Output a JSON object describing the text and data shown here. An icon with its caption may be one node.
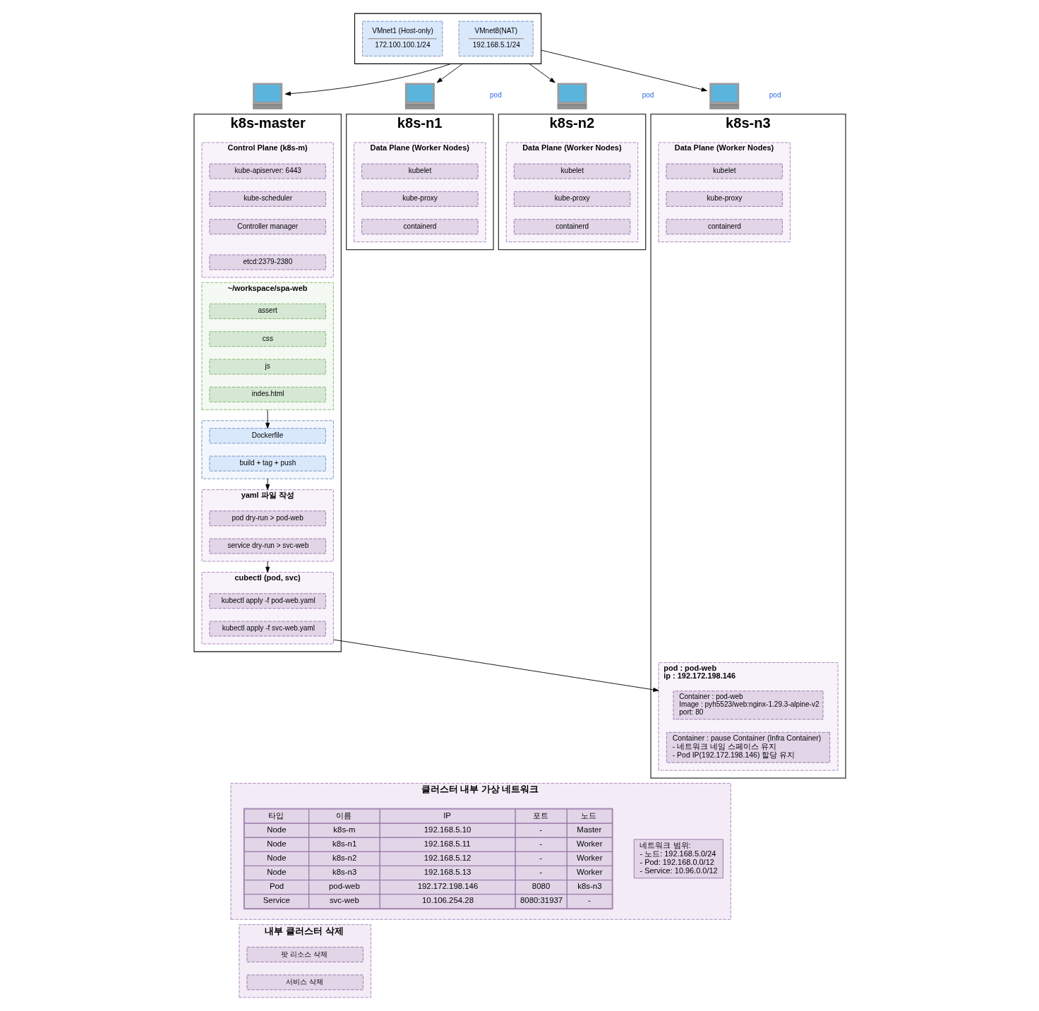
{
  "diagram": {
    "nodes": [
      {
        "text": [],
        "shape": "box"
      },
      {
        "text": [
          "VMnet1 (Host-only)",
          "172.100.100.1/24"
        ],
        "in": 0
      },
      {
        "text": [
          "VMnet8(NAT)",
          "192.168.5.1/24"
        ],
        "in": 0
      },
      {
        "text": [],
        "shape": "picture"
      },
      {
        "text": [],
        "shape": "picture"
      },
      {
        "text": [],
        "shape": "picture"
      },
      {
        "text": [],
        "shape": "picture"
      },
      {
        "text": [
          "k8s-master"
        ]
      },
      {
        "text": [
          "Control Plane (k8s-m)"
        ],
        "in": 7
      },
      {
        "text": [
          "kube-apiserver: 6443"
        ],
        "in": 8
      },
      {
        "text": [
          "kube-scheduler"
        ],
        "in": 8
      },
      {
        "text": [
          "Controller manager"
        ],
        "in": 8
      },
      {
        "text": [
          "etcd:2379-2380"
        ],
        "in": 8
      },
      {
        "text": [
          "~/workspace/spa-web"
        ],
        "in": 7
      },
      {
        "text": [
          "assert"
        ],
        "in": 13
      },
      {
        "text": [
          "css"
        ],
        "in": 13
      },
      {
        "text": [
          "js"
        ],
        "in": 13
      },
      {
        "text": [
          "indes.html"
        ],
        "in": 13
      },
      {
        "text": [],
        "shape": "box",
        "in": 7
      },
      {
        "text": [
          "Dockerfile"
        ],
        "in": 18
      },
      {
        "text": [
          "build + tag + push"
        ],
        "in": 18
      },
      {
        "text": [
          "yaml 파일 작성"
        ],
        "in": 7
      },
      {
        "text": [
          "pod dry-run > pod-web"
        ],
        "in": 21
      },
      {
        "text": [
          "service dry-run > svc-web"
        ],
        "in": 21
      },
      {
        "text": [
          "cubectl (pod, svc)"
        ],
        "in": 7
      },
      {
        "text": [
          "kubectl apply -f pod-web.yaml"
        ],
        "in": 24
      },
      {
        "text": [
          "kubectl apply -f svc-web.yaml"
        ],
        "in": 24
      },
      {
        "text": [
          "k8s-n1"
        ]
      },
      {
        "text": [
          "Data Plane (Worker Nodes)"
        ],
        "in": 27
      },
      {
        "text": [
          "kubelet"
        ],
        "in": 28
      },
      {
        "text": [
          "kube-proxy"
        ],
        "in": 28
      },
      {
        "text": [
          "containerd"
        ],
        "in": 28
      },
      {
        "text": [
          "k8s-n2"
        ]
      },
      {
        "text": [
          "Data Plane (Worker Nodes)"
        ],
        "in": 32
      },
      {
        "text": [
          "kubelet"
        ],
        "in": 33
      },
      {
        "text": [
          "kube-proxy"
        ],
        "in": 33
      },
      {
        "text": [
          "containerd"
        ],
        "in": 33
      },
      {
        "text": [
          "k8s-n3"
        ]
      },
      {
        "text": [
          "Data Plane (Worker Nodes)"
        ],
        "in": 37
      },
      {
        "text": [
          "kubelet"
        ],
        "in": 38
      },
      {
        "text": [
          "kube-proxy"
        ],
        "in": 38
      },
      {
        "text": [
          "containerd"
        ],
        "in": 38
      },
      {
        "text": [
          "pod : pod-web",
          "ip : 192.172.198.146"
        ],
        "in": 37
      },
      {
        "text": [
          "Container : pod-web",
          "Image : pyh5523/web:nginx-1.29.3-alpine-v2",
          "port: 80"
        ],
        "in": 42
      },
      {
        "text": [
          "Container : pause Container (Infra Container)",
          "- 네트워크 네임 스페이스 유지",
          "- Pod IP(192.172.198.146) 할당 유지"
        ],
        "in": 42
      },
      {
        "text": [
          "클러스터 내부 가상 네트워크"
        ]
      },
      {
        "text": [
          "네트워크 범위:",
          "- 노드: 192.168.5.0/24",
          "- Pod: 192.168.0.0/12",
          "- Service: 10.96.0.0/12"
        ],
        "in": 45
      },
      {
        "text": [
          "내부 클러스터 삭제"
        ]
      },
      {
        "text": [
          "팟 리소스 삭제"
        ],
        "in": 47
      },
      {
        "text": [
          "서비스 삭제"
        ],
        "in": 47
      }
    ],
    "edges": [
      {
        "from": 0,
        "to": 3,
        "arrow": "to"
      },
      {
        "from": 0,
        "to": 4,
        "arrow": "to"
      },
      {
        "from": 0,
        "to": 5,
        "arrow": "to"
      },
      {
        "from": 0,
        "to": 6,
        "arrow": "to"
      },
      {
        "from": 13,
        "to": 19,
        "arrow": "to"
      },
      {
        "from": 18,
        "to": 21,
        "arrow": "to"
      },
      {
        "from": 21,
        "to": 24,
        "arrow": "to"
      },
      {
        "from": 24,
        "to": 42,
        "arrow": "to"
      }
    ],
    "labels": [
      "pod",
      "pod",
      "pod",
      "타입",
      "이름",
      "IP",
      "포트",
      "노드",
      "Node",
      "k8s-m",
      "192.168.5.10",
      "-",
      "Master",
      "Node",
      "k8s-n1",
      "192.168.5.11",
      "-",
      "Worker",
      "Node",
      "k8s-n2",
      "192.168.5.12",
      "-",
      "Worker",
      "Node",
      "k8s-n3",
      "192.168.5.13",
      "-",
      "Worker",
      "Pod",
      "pod-web",
      "192.172.198.146",
      "8080",
      "k8s-n3",
      "Service",
      "svc-web",
      "10.106.254.28",
      "8080:31937",
      "-"
    ]
  }
}
